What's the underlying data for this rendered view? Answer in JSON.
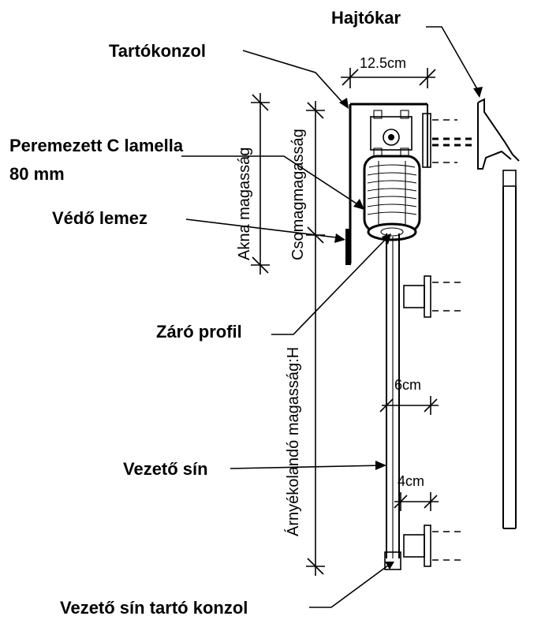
{
  "labels": {
    "hajtokar": "Hajtókar",
    "tartokonzol": "Tartókonzol",
    "peremezett_line1": "Peremezett C lamella",
    "peremezett_line2": "80 mm",
    "vedo_lemez": "Védő lemez",
    "zaro_profil": "Záró profil",
    "vezeto_sin": "Vezető sín",
    "vezeto_sin_tarto": "Vezető sín tartó konzol"
  },
  "dimensions": {
    "width_top": "12.5cm",
    "rail_width": "6cm",
    "bracket_width": "4cm"
  },
  "vertical_labels": {
    "akna": "Akna magasság",
    "csomag": "Csomagmagasság",
    "arnyekolando": "Árnyékolandó magasság:H"
  }
}
